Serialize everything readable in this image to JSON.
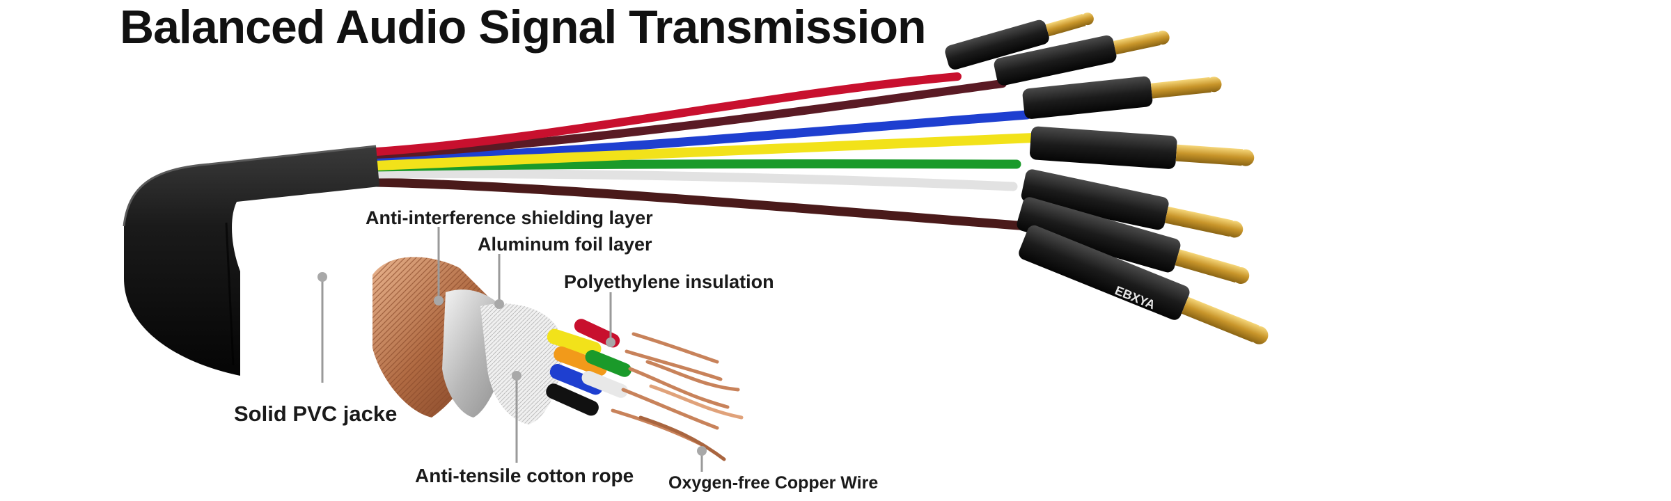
{
  "title": "Balanced Audio Signal Transmission",
  "labels": {
    "shielding": "Anti-interference shielding layer",
    "foil": "Aluminum foil layer",
    "insulation": "Polyethylene insulation",
    "jacket": "Solid PVC jacke",
    "rope": "Anti-tensile cotton rope",
    "copper": "Oxygen-free Copper Wire"
  },
  "brand": "EBXYA",
  "colors": {
    "jacket": "#141414",
    "copper": "#c8825a",
    "foil": "#cfcfcf",
    "rope": "#eeeeee",
    "gold": "#d4a437",
    "leader": "#9a9a9a"
  },
  "wires": [
    {
      "name": "red",
      "color": "#c8102e"
    },
    {
      "name": "maroon",
      "color": "#5a1a24"
    },
    {
      "name": "blue",
      "color": "#1e3fd0"
    },
    {
      "name": "yellow",
      "color": "#f2e21a"
    },
    {
      "name": "green",
      "color": "#1a9a2a"
    },
    {
      "name": "white",
      "color": "#e6e6e6"
    },
    {
      "name": "brown",
      "color": "#4a1a1a"
    }
  ]
}
